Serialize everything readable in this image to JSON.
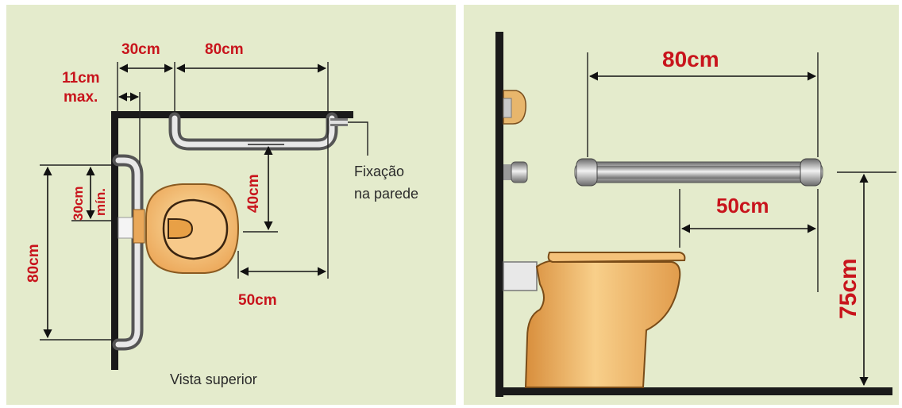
{
  "top_view": {
    "dim_11cm": "11cm",
    "dim_max": "max.",
    "dim_30cm_top": "30cm",
    "dim_80cm_top": "80cm",
    "dim_30cm_side": "30cm",
    "dim_min": "mín.",
    "dim_80cm_side": "80cm",
    "dim_40cm": "40cm",
    "dim_50cm": "50cm",
    "fixacao_line1": "Fixação",
    "fixacao_line2": "na parede",
    "caption": "Vista superior"
  },
  "side_view": {
    "dim_80cm": "80cm",
    "dim_50cm": "50cm",
    "dim_75cm": "75cm"
  },
  "colors": {
    "panel_background": "#e4ebcc",
    "dimension_text": "#c8141c",
    "wall": "#1a1a1a",
    "toilet": "#f0b060"
  }
}
